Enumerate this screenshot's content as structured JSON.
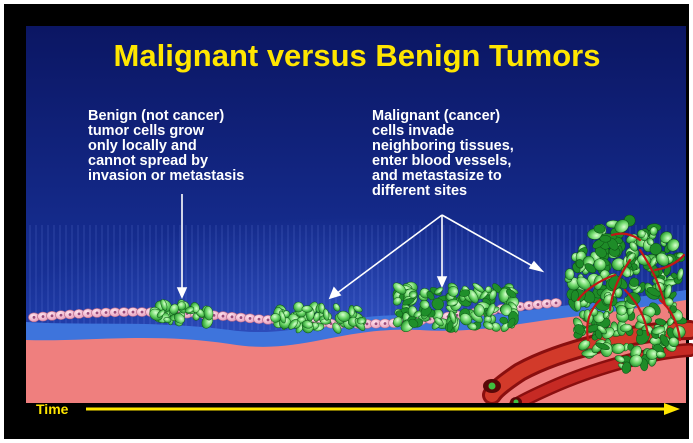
{
  "slide": {
    "title": "Malignant versus Benign Tumors",
    "benign_caption": [
      "Benign (not cancer)",
      "tumor cells grow",
      "only locally and",
      "cannot spread by",
      "invasion or metastasis"
    ],
    "malignant_caption": [
      "Malignant (cancer)",
      "cells invade",
      "neighboring tissues,",
      "enter blood vessels,",
      "and metastasize to",
      "different sites"
    ],
    "time_label": "Time"
  },
  "colors": {
    "background_top": "#0c1a6e",
    "background_bottom": "#1d3aa8",
    "title": "#ffe600",
    "caption_text": "#ffffff",
    "tissue": "#f07a7a",
    "basement_layer": "#3f78e0",
    "tumor_green": "#4fcf4f",
    "blood_vessel": "#c82020",
    "time_arrow": "#ffe600"
  }
}
